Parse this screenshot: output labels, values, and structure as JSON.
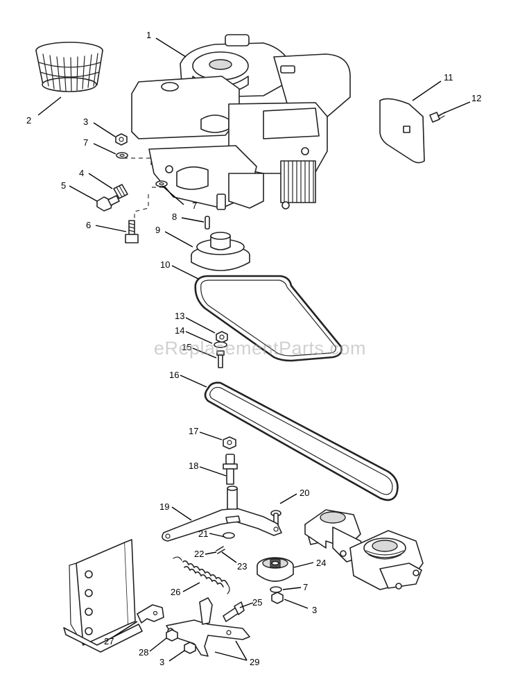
{
  "watermark": "eReplacementParts.com",
  "callouts": [
    "1",
    "2",
    "3",
    "7",
    "4",
    "5",
    "6",
    "8",
    "9",
    "10",
    "11",
    "12",
    "13",
    "14",
    "15",
    "16",
    "17",
    "18",
    "19",
    "20",
    "21",
    "22",
    "23",
    "24",
    "7",
    "3",
    "25",
    "26",
    "27",
    "28",
    "3",
    "29"
  ],
  "colors": {
    "line": "#222222",
    "background": "#ffffff",
    "watermark": "#aaaaaa"
  }
}
